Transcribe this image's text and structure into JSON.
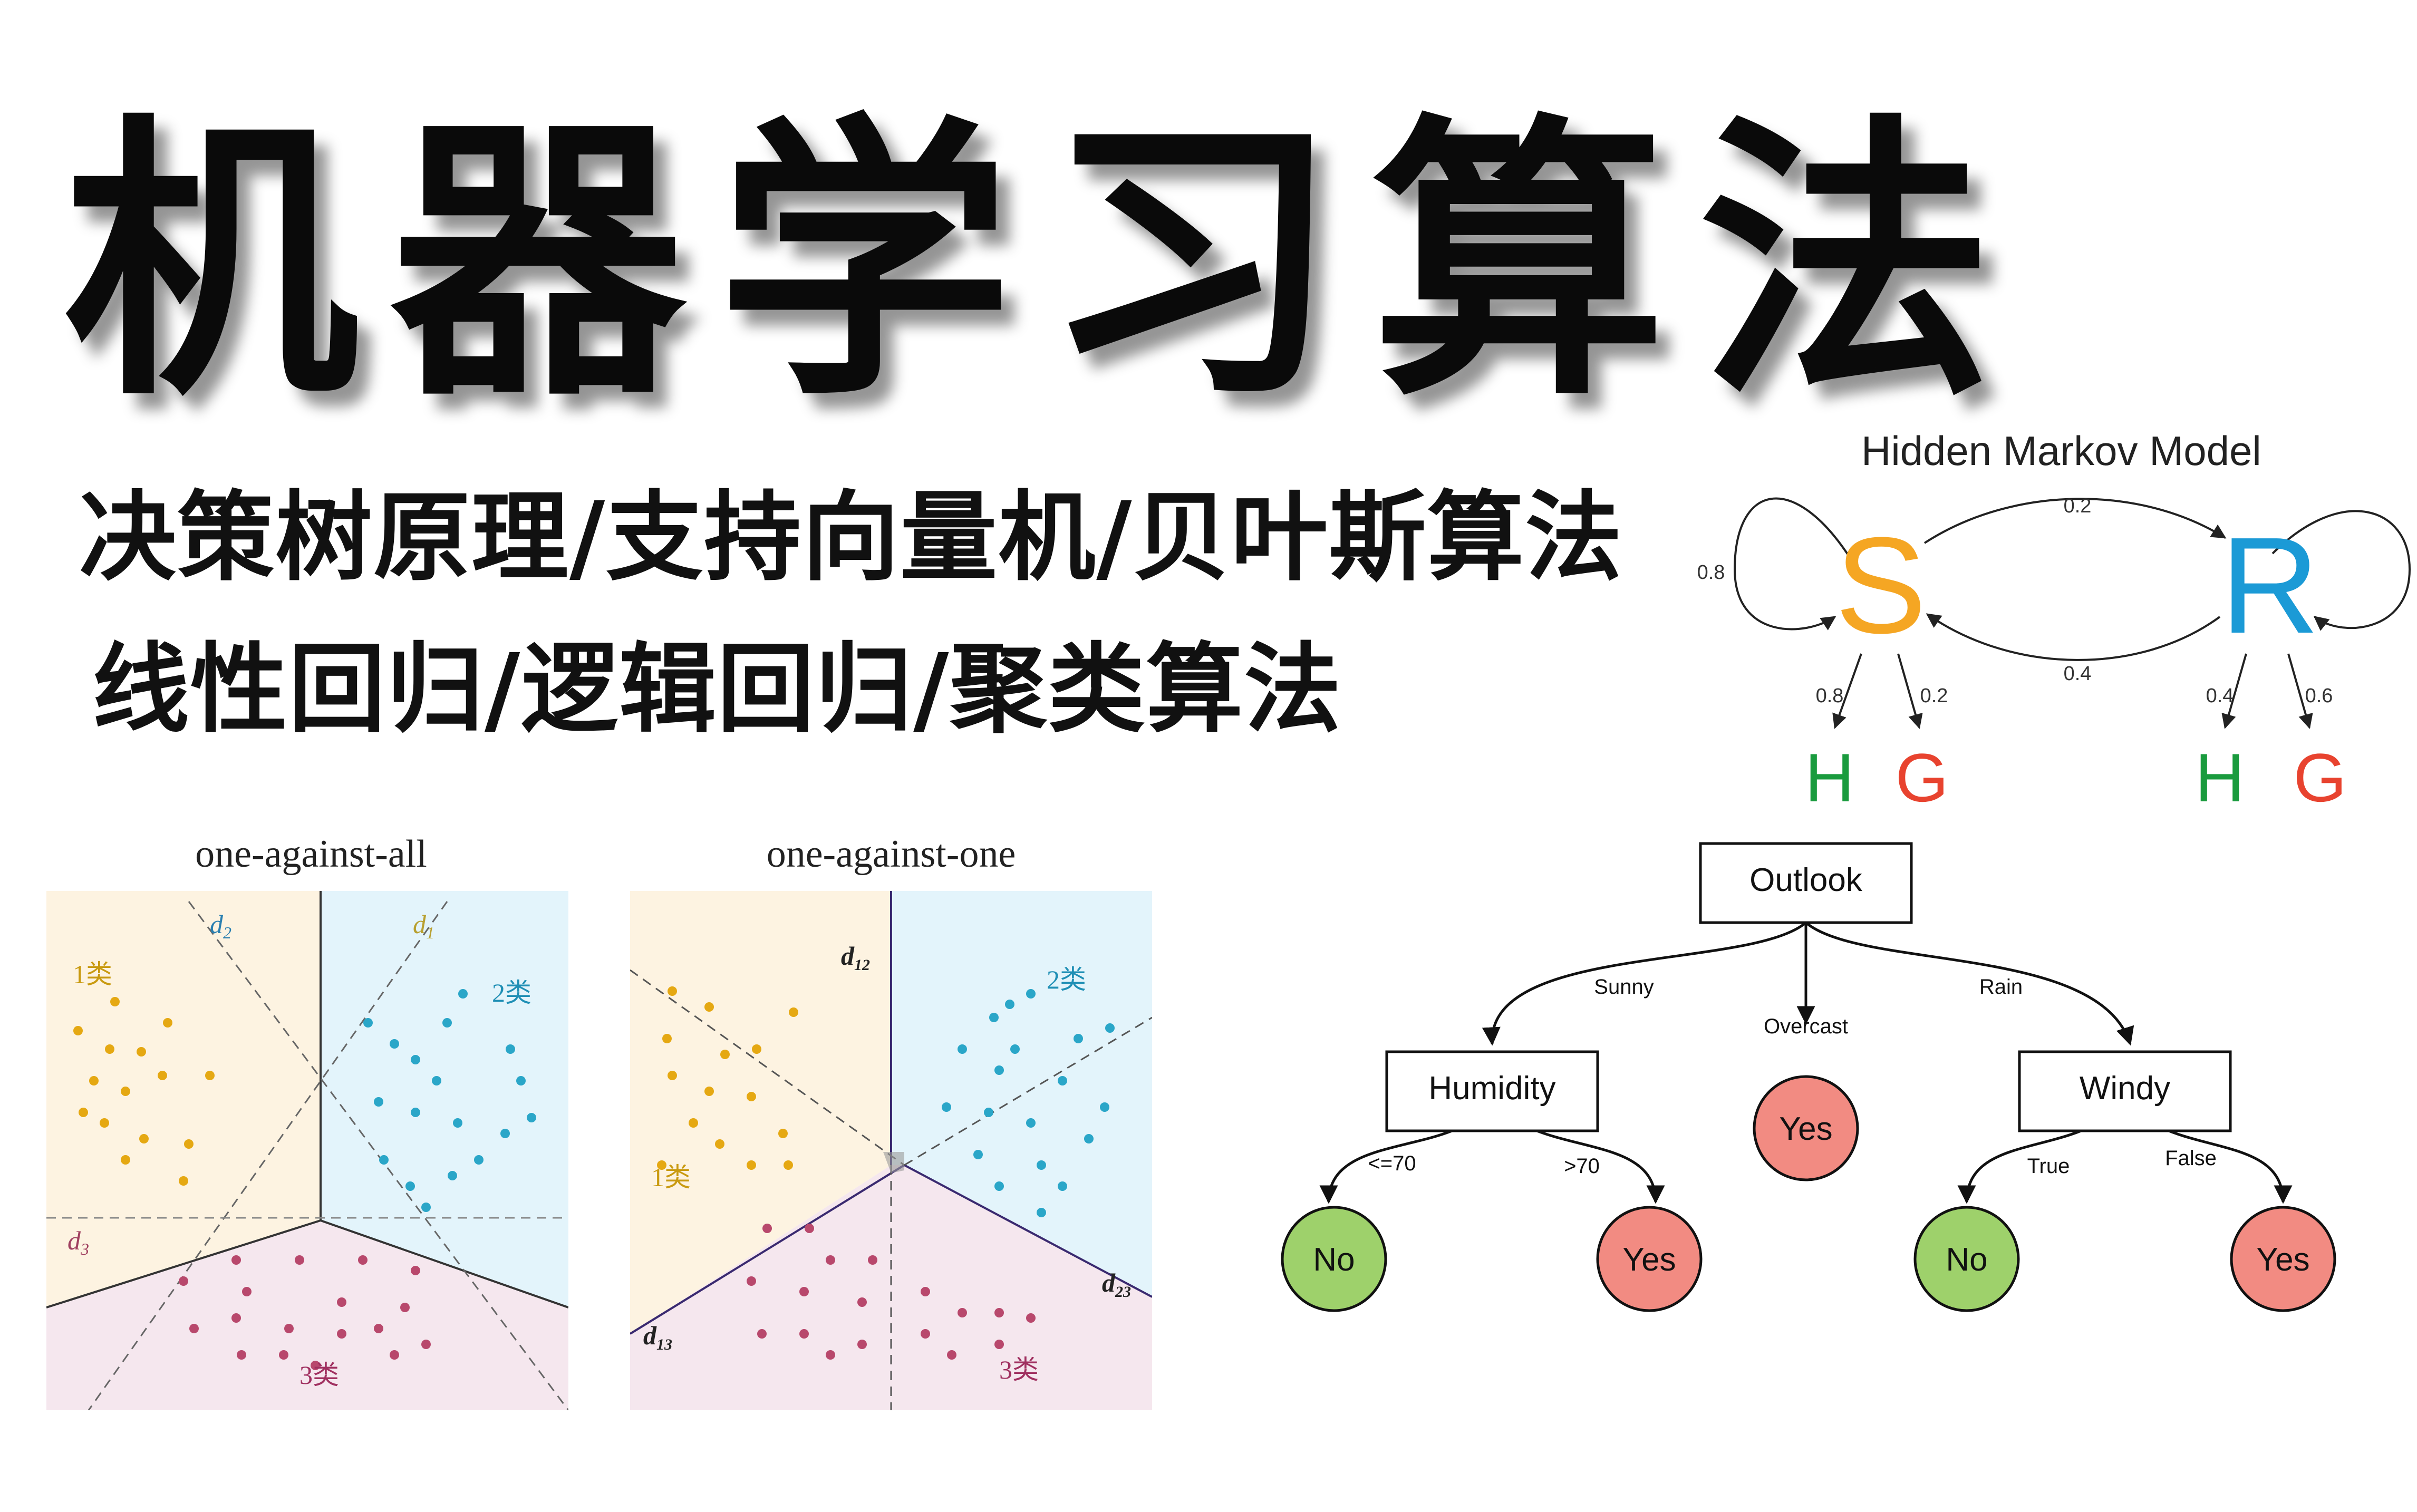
{
  "title": "机器学习算法",
  "subtitle_line1": "决策树原理/支持向量机/贝叶斯算法",
  "subtitle_line2": "线性回归/逻辑回归/聚类算法",
  "colors": {
    "orange": "#f5a623",
    "blue": "#1b9ad6",
    "green": "#1a9b3e",
    "red": "#e8432f",
    "class1_dots": "#e5a812",
    "class2_dots": "#2aa6c8",
    "class3_dots": "#b8486c",
    "region1": "#fdf3e1",
    "region2": "#e3f4fb",
    "region3": "#f5e7ee",
    "node_green": "#9ed16b",
    "node_red": "#f28b82"
  },
  "hmm": {
    "title": "Hidden Markov Model",
    "states": [
      "S",
      "R"
    ],
    "observations": [
      "H",
      "G"
    ],
    "self_loop_s": "0.8",
    "s_to_r": "0.2",
    "r_to_s": "0.4",
    "s_emit_h": "0.8",
    "s_emit_g": "0.2",
    "r_emit_h": "0.4",
    "r_emit_g": "0.6"
  },
  "svm": {
    "ova": {
      "title": "one-against-all",
      "class1": "1类",
      "class2": "2类",
      "class3": "3类",
      "d1": "d",
      "d1_sub": "1",
      "d2": "d",
      "d2_sub": "2",
      "d3": "d",
      "d3_sub": "3"
    },
    "ovo": {
      "title": "one-against-one",
      "class1": "1类",
      "class2": "2类",
      "class3": "3类",
      "d12": "d",
      "d12_sub": "12",
      "d13": "d",
      "d13_sub": "13",
      "d23": "d",
      "d23_sub": "23"
    }
  },
  "tree": {
    "root": "Outlook",
    "branch_sunny": "Sunny",
    "branch_overcast": "Overcast",
    "branch_rain": "Rain",
    "humidity": "Humidity",
    "windy": "Windy",
    "overcast_leaf": "Yes",
    "hum_le70": "<=70",
    "hum_gt70": ">70",
    "hum_le70_leaf": "No",
    "hum_gt70_leaf": "Yes",
    "windy_true": "True",
    "windy_false": "False",
    "windy_true_leaf": "No",
    "windy_false_leaf": "Yes"
  }
}
